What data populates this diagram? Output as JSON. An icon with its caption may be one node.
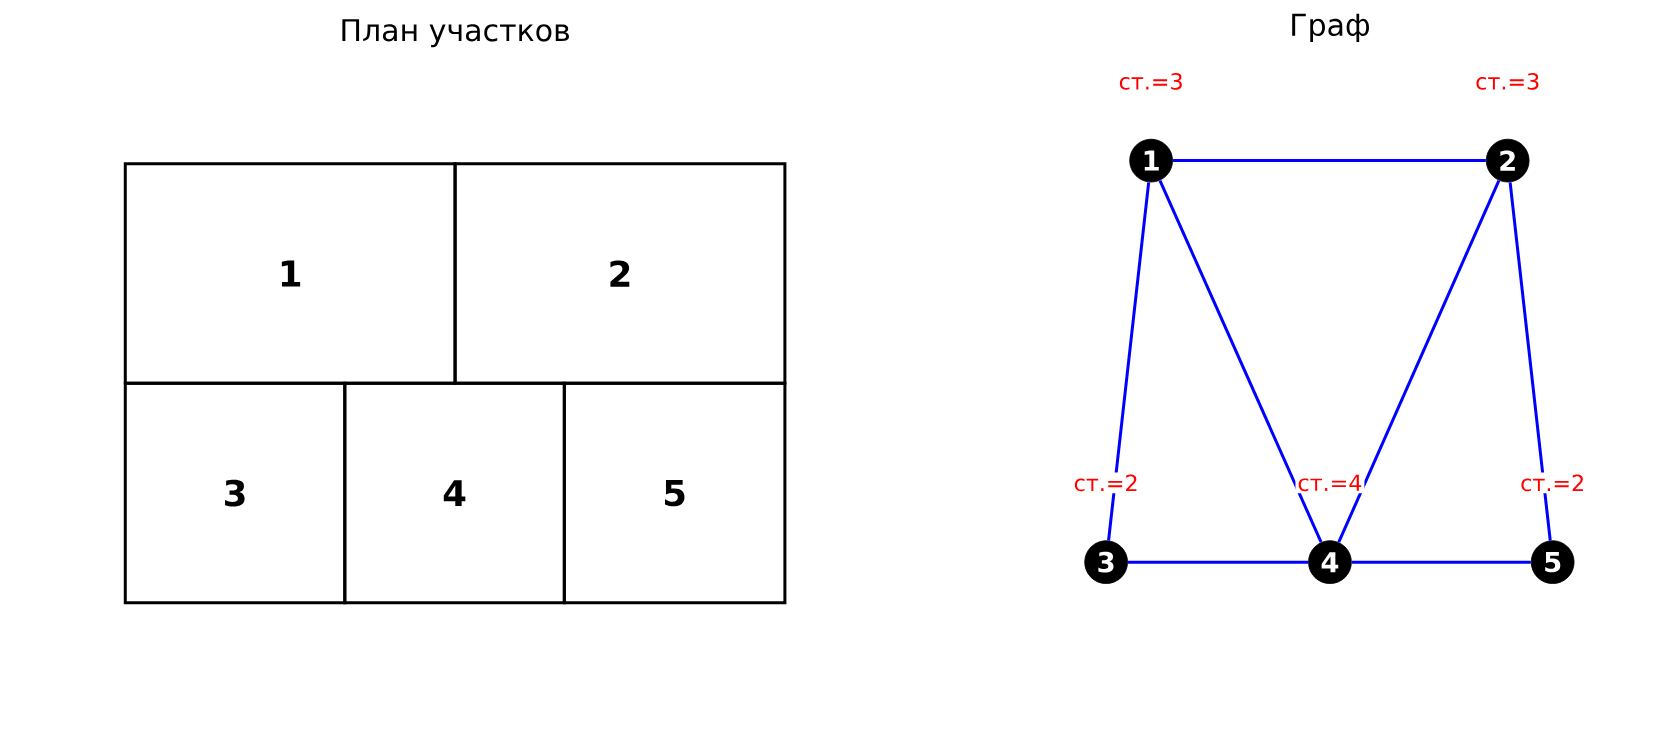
{
  "diagram": {
    "nodes": [
      {
        "text": [
          "1"
        ]
      },
      {
        "text": [
          "2"
        ]
      },
      {
        "text": [
          "3"
        ]
      },
      {
        "text": [
          "4"
        ]
      },
      {
        "text": [
          "5"
        ]
      },
      {
        "text": [
          "1"
        ],
        "beside": [
          "ст.=3"
        ]
      },
      {
        "text": [
          "2"
        ],
        "beside": [
          "ст.=3"
        ]
      },
      {
        "text": [
          "3"
        ],
        "beside": [
          "ст.=2"
        ]
      },
      {
        "text": [
          "4"
        ],
        "beside": [
          "ст.=4"
        ]
      },
      {
        "text": [
          "5"
        ],
        "beside": [
          "ст.=2"
        ]
      }
    ],
    "edges": [
      {
        "from": 5,
        "to": 6,
        "arrow": "none"
      },
      {
        "from": 5,
        "to": 7,
        "arrow": "none"
      },
      {
        "from": 5,
        "to": 8,
        "arrow": "none"
      },
      {
        "from": 6,
        "to": 8,
        "arrow": "none"
      },
      {
        "from": 6,
        "to": 9,
        "arrow": "none"
      },
      {
        "from": 7,
        "to": 8,
        "arrow": "none"
      },
      {
        "from": 8,
        "to": 9,
        "arrow": "none"
      }
    ],
    "labels": [
      "План участков",
      "Граф"
    ]
  }
}
